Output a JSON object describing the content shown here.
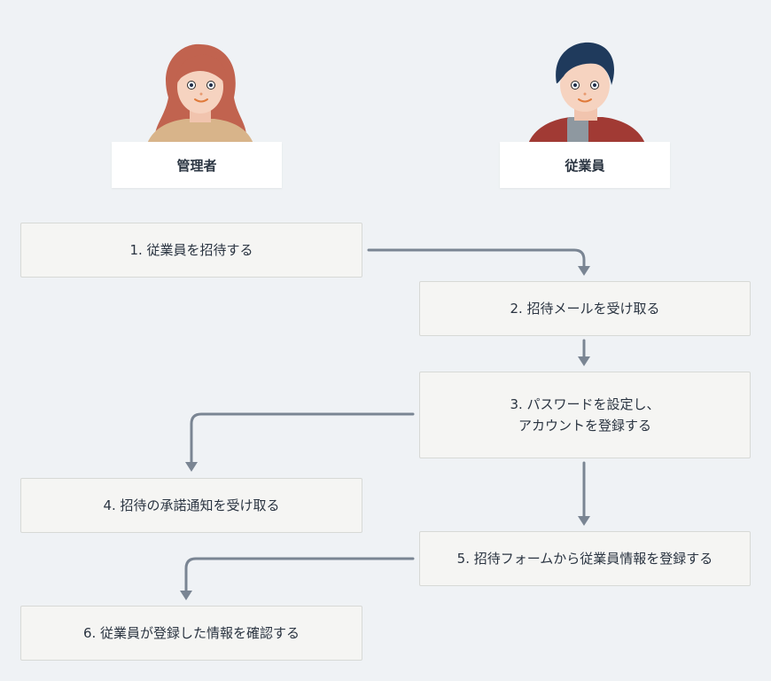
{
  "actors": {
    "admin": {
      "label": "管理者"
    },
    "employee": {
      "label": "従業員"
    }
  },
  "steps": [
    {
      "label": "1. 従業員を招待する",
      "actor": "admin"
    },
    {
      "label": "2. 招待メールを受け取る",
      "actor": "employee"
    },
    {
      "label": "3. パスワードを設定し、\nアカウントを登録する",
      "actor": "employee"
    },
    {
      "label": "4. 招待の承諾通知を受け取る",
      "actor": "admin"
    },
    {
      "label": "5. 招待フォームから従業員情報を登録する",
      "actor": "employee"
    },
    {
      "label": "6. 従業員が登録した情報を確認する",
      "actor": "admin"
    }
  ],
  "colors": {
    "background": "#eff2f5",
    "arrow": "#7a8593",
    "step_fill": "#f5f5f3",
    "step_border": "#d7d9d6"
  }
}
